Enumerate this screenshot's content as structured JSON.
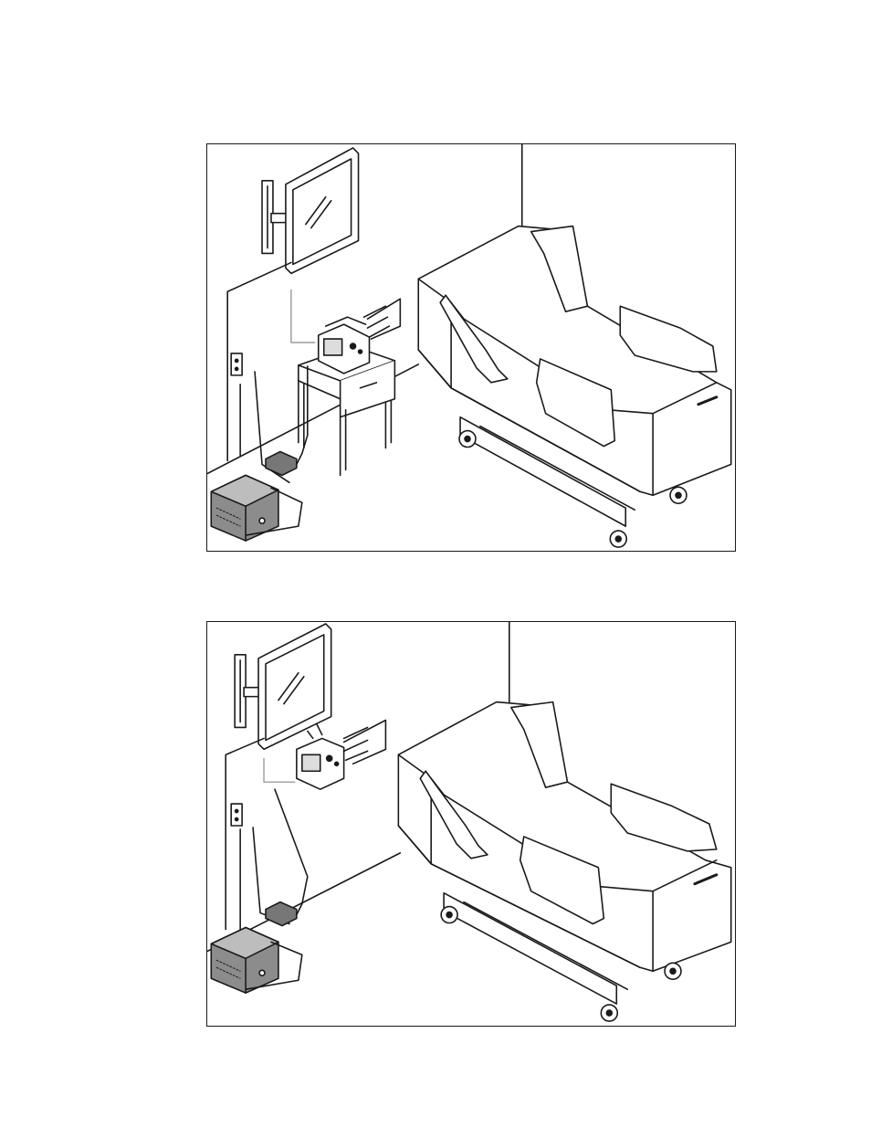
{
  "page": {
    "figures": [
      {
        "id": "fig1",
        "monitor_placement": "bedside-table"
      },
      {
        "id": "fig2",
        "monitor_placement": "wall-mounted"
      }
    ]
  },
  "colors": {
    "line": "#1a1a1a",
    "fill_light": "#ffffff",
    "fill_gray": "#8c8c8c",
    "fill_mid": "#bdbdbd"
  }
}
